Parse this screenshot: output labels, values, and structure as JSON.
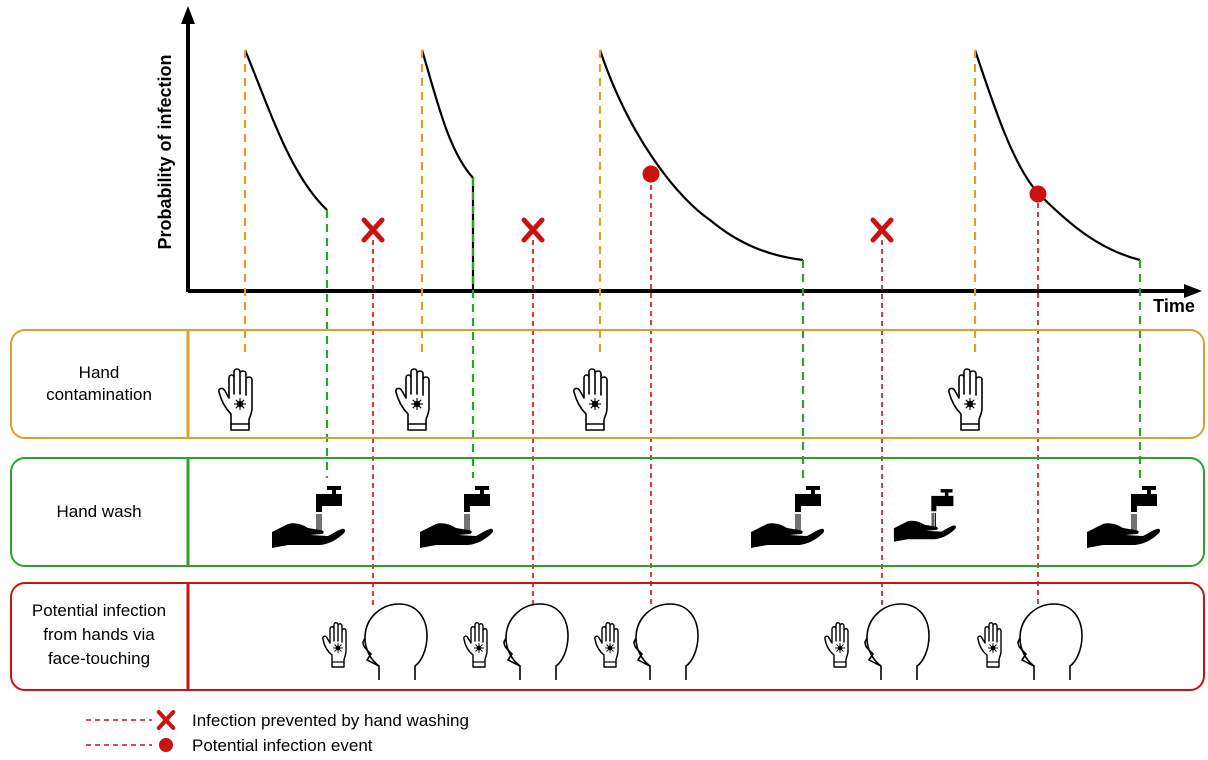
{
  "axis": {
    "y_label": "Probability of infection",
    "x_label": "Time"
  },
  "lanes": {
    "contamination": {
      "label_line1": "Hand",
      "label_line2": "contamination"
    },
    "wash": {
      "label": "Hand wash"
    },
    "infection": {
      "label_line1": "Potential infection",
      "label_line2": "from hands via",
      "label_line3": "face-touching"
    }
  },
  "legend": {
    "prevented": "Infection prevented by hand washing",
    "potential": "Potential infection event"
  },
  "colors": {
    "contamination": "#D9A22A",
    "wash": "#2EA02E",
    "infection": "#CC1111",
    "curve": "#000000"
  },
  "icons": {
    "contamination": "contaminated-hand-icon",
    "wash": "hand-wash-faucet-icon",
    "infection": "hand-to-face-icon",
    "prevented_marker": "x-mark-icon",
    "infection_marker": "red-dot-icon"
  }
}
